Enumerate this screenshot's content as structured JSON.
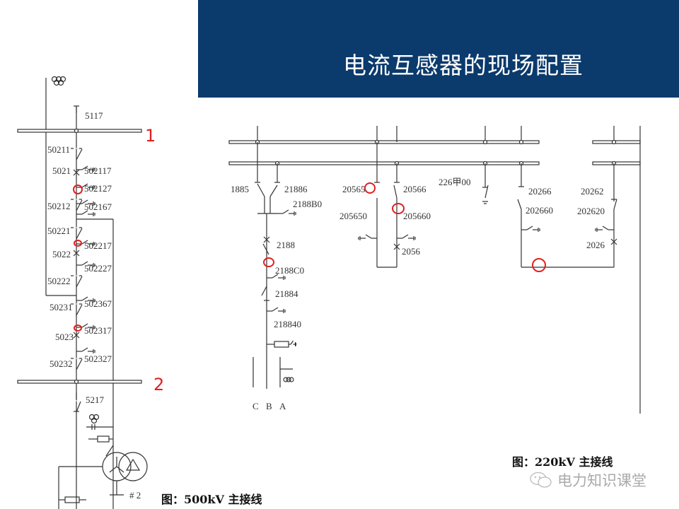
{
  "slide": {
    "title": "电流互感器的现场配置",
    "header_color": "#0b3a6c",
    "annotation_color": "#e02020"
  },
  "left_diagram": {
    "caption": "图：500kV 主接线",
    "bus_labels": [
      "1",
      "2"
    ],
    "labels": [
      "5117",
      "50211",
      "5021",
      "502117",
      "502127",
      "50212",
      "502167",
      "50221",
      "502217",
      "5022",
      "502227",
      "50222",
      "50231",
      "502367",
      "502317",
      "5023",
      "50232",
      "502327",
      "5217",
      "# 2"
    ]
  },
  "right_diagram": {
    "caption": "图：220kV 主接线",
    "labels": [
      "1885",
      "21886",
      "2188B0",
      "2188",
      "2188C0",
      "21884",
      "218840",
      "20565",
      "20566",
      "205650",
      "205660",
      "2056",
      "226甲00",
      "20266",
      "202660",
      "20262",
      "202620",
      "2026"
    ],
    "phases": [
      "C",
      "B",
      "A"
    ]
  },
  "watermark": {
    "text": "电力知识课堂",
    "icon": "wechat-icon"
  }
}
